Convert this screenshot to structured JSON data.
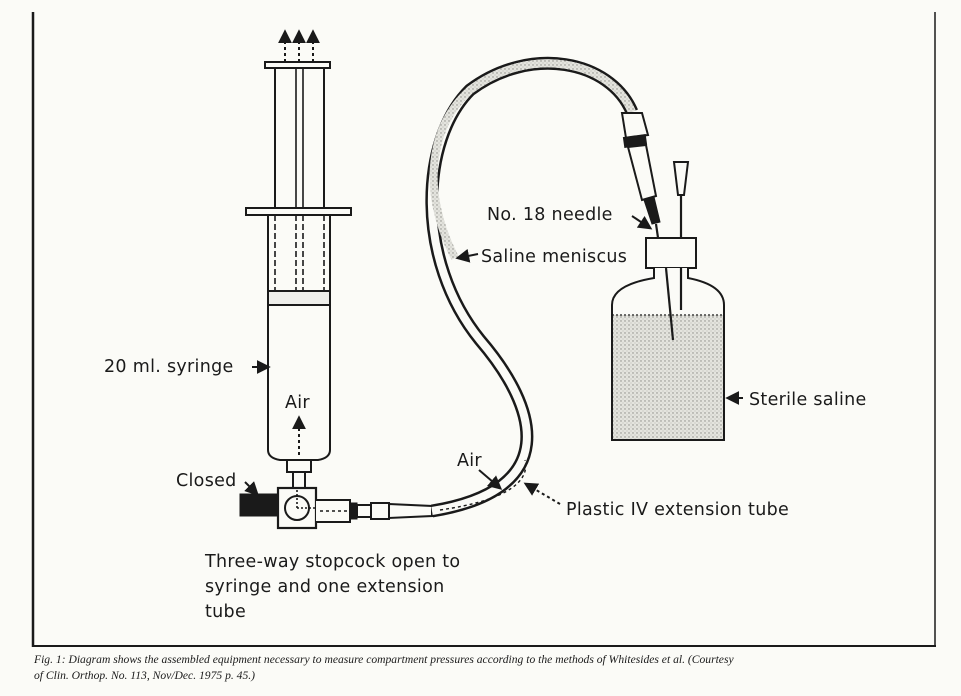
{
  "labels": {
    "needle": "No. 18 needle",
    "meniscus": "Saline meniscus",
    "syringe": "20 ml. syringe",
    "air_syringe": "Air",
    "sterile_saline": "Sterile saline",
    "closed": "Closed",
    "air_tube": "Air",
    "iv_tube": "Plastic IV extension tube",
    "stopcock_line1": "Three-way stopcock open to",
    "stopcock_line2": "syringe and one extension",
    "stopcock_line3": "tube"
  },
  "caption": {
    "line1": "Fig. 1: Diagram shows the assembled equipment necessary to measure compartment pressures according to the methods of Whitesides et al. (Courtesy",
    "line2": "of Clin. Orthop. No. 113, Nov/Dec. 1975 p. 45.)"
  },
  "colors": {
    "ink": "#1a1a1a",
    "paper": "#fbfbf7",
    "saline_fill": "#d8d8d2"
  }
}
